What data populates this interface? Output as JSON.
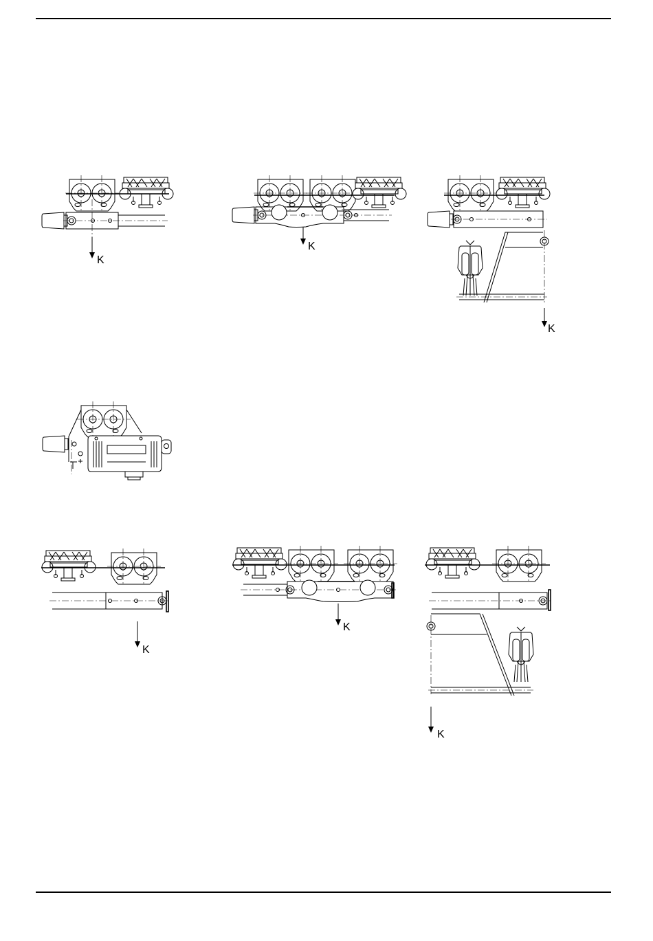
{
  "figures": [
    {
      "id": "fig-1",
      "load_label": "K"
    },
    {
      "id": "fig-2",
      "load_label": "K"
    },
    {
      "id": "fig-3",
      "load_label": "K"
    },
    {
      "id": "fig-4"
    },
    {
      "id": "fig-5",
      "load_label": "K"
    },
    {
      "id": "fig-6",
      "load_label": "K"
    },
    {
      "id": "fig-7",
      "load_label": "K"
    }
  ]
}
